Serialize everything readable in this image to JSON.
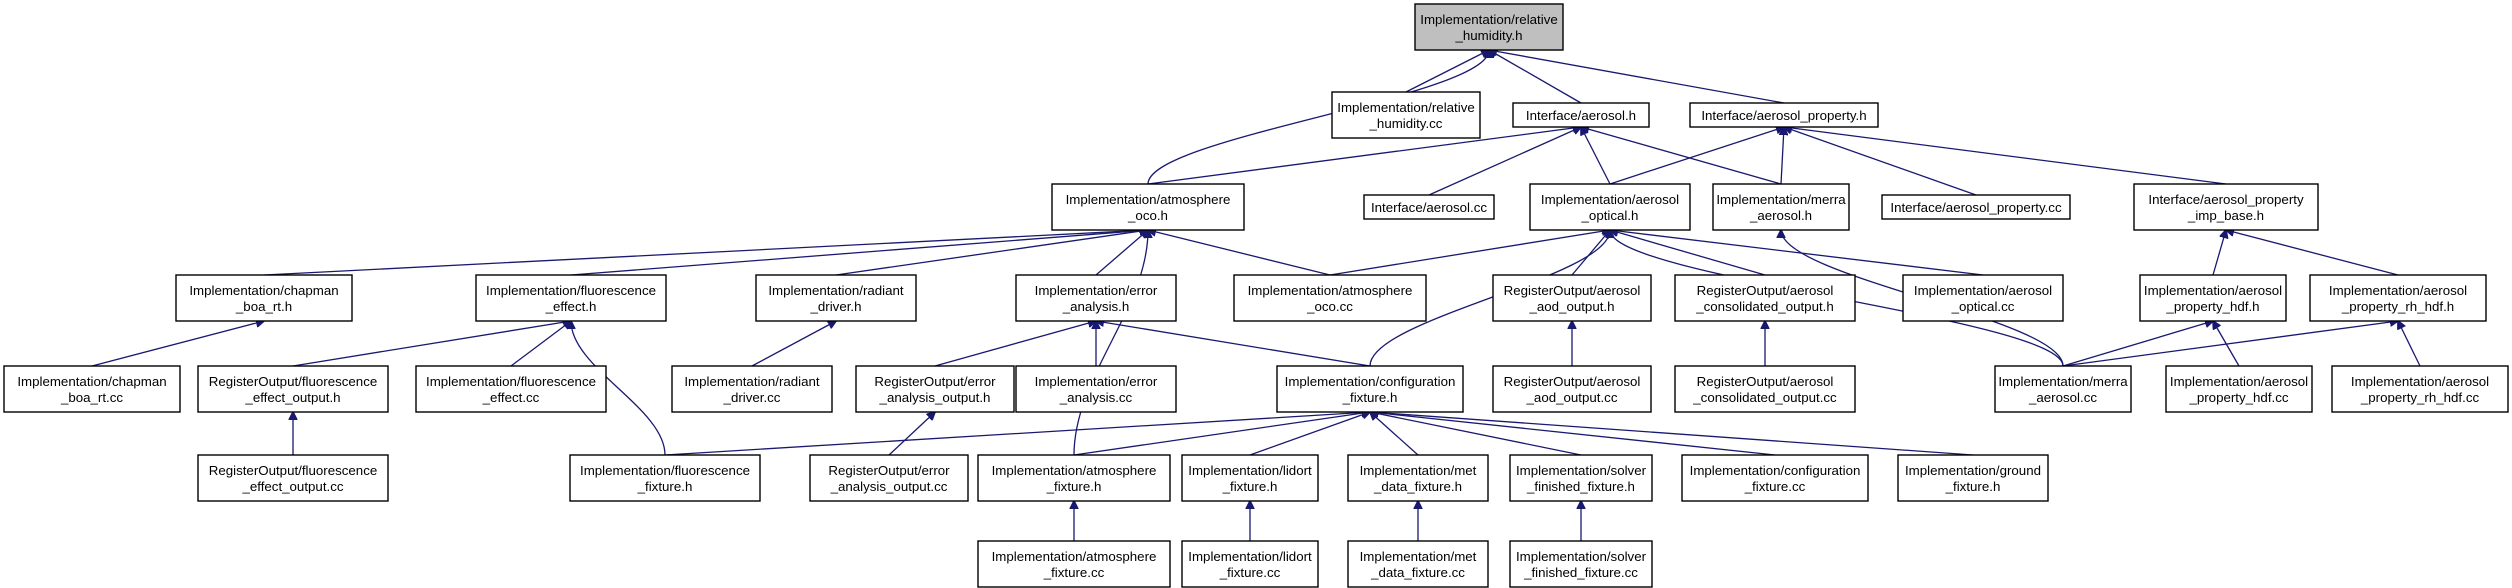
{
  "graph": {
    "root_color": "#bfbfbf",
    "edge_color": "#191970",
    "nodes": [
      {
        "id": "root",
        "lines": [
          "Implementation/relative",
          "_humidity.h"
        ],
        "root": true
      },
      {
        "id": "rel_cc",
        "lines": [
          "Implementation/relative",
          "_humidity.cc"
        ]
      },
      {
        "id": "aerosol_h",
        "lines": [
          "Interface/aerosol.h"
        ]
      },
      {
        "id": "aprop_h",
        "lines": [
          "Interface/aerosol_property.h"
        ]
      },
      {
        "id": "atm_oco_h",
        "lines": [
          "Implementation/atmosphere",
          "_oco.h"
        ]
      },
      {
        "id": "aerosol_cc",
        "lines": [
          "Interface/aerosol.cc"
        ]
      },
      {
        "id": "aopt_h",
        "lines": [
          "Implementation/aerosol",
          "_optical.h"
        ]
      },
      {
        "id": "merra_h",
        "lines": [
          "Implementation/merra",
          "_aerosol.h"
        ]
      },
      {
        "id": "aprop_cc",
        "lines": [
          "Interface/aerosol_property.cc"
        ]
      },
      {
        "id": "imp_base_h",
        "lines": [
          "Interface/aerosol_property",
          "_imp_base.h"
        ]
      },
      {
        "id": "chap_h",
        "lines": [
          "Implementation/chapman",
          "_boa_rt.h"
        ]
      },
      {
        "id": "fluo_h",
        "lines": [
          "Implementation/fluorescence",
          "_effect.h"
        ]
      },
      {
        "id": "radiant_h",
        "lines": [
          "Implementation/radiant",
          "_driver.h"
        ]
      },
      {
        "id": "err_h",
        "lines": [
          "Implementation/error",
          "_analysis.h"
        ]
      },
      {
        "id": "atm_oco_cc",
        "lines": [
          "Implementation/atmosphere",
          "_oco.cc"
        ]
      },
      {
        "id": "ro_aod_h",
        "lines": [
          "RegisterOutput/aerosol",
          "_aod_output.h"
        ]
      },
      {
        "id": "ro_cons_h",
        "lines": [
          "RegisterOutput/aerosol",
          "_consolidated_output.h"
        ]
      },
      {
        "id": "aopt_cc",
        "lines": [
          "Implementation/aerosol",
          "_optical.cc"
        ]
      },
      {
        "id": "hdf_h",
        "lines": [
          "Implementation/aerosol",
          "_property_hdf.h"
        ]
      },
      {
        "id": "rh_hdf_h",
        "lines": [
          "Implementation/aerosol",
          "_property_rh_hdf.h"
        ]
      },
      {
        "id": "chap_cc",
        "lines": [
          "Implementation/chapman",
          "_boa_rt.cc"
        ]
      },
      {
        "id": "ro_fluo_h",
        "lines": [
          "RegisterOutput/fluorescence",
          "_effect_output.h"
        ]
      },
      {
        "id": "fluo_cc",
        "lines": [
          "Implementation/fluorescence",
          "_effect.cc"
        ]
      },
      {
        "id": "radiant_cc",
        "lines": [
          "Implementation/radiant",
          "_driver.cc"
        ]
      },
      {
        "id": "ro_err_h",
        "lines": [
          "RegisterOutput/error",
          "_analysis_output.h"
        ]
      },
      {
        "id": "err_cc",
        "lines": [
          "Implementation/error",
          "_analysis.cc"
        ]
      },
      {
        "id": "conf_h",
        "lines": [
          "Implementation/configuration",
          "_fixture.h"
        ]
      },
      {
        "id": "ro_aod_cc",
        "lines": [
          "RegisterOutput/aerosol",
          "_aod_output.cc"
        ]
      },
      {
        "id": "ro_cons_cc",
        "lines": [
          "RegisterOutput/aerosol",
          "_consolidated_output.cc"
        ]
      },
      {
        "id": "merra_cc",
        "lines": [
          "Implementation/merra",
          "_aerosol.cc"
        ]
      },
      {
        "id": "hdf_cc",
        "lines": [
          "Implementation/aerosol",
          "_property_hdf.cc"
        ]
      },
      {
        "id": "rh_hdf_cc",
        "lines": [
          "Implementation/aerosol",
          "_property_rh_hdf.cc"
        ]
      },
      {
        "id": "ro_fluo_cc",
        "lines": [
          "RegisterOutput/fluorescence",
          "_effect_output.cc"
        ]
      },
      {
        "id": "fluo_fix_h",
        "lines": [
          "Implementation/fluorescence",
          "_fixture.h"
        ]
      },
      {
        "id": "ro_err_cc",
        "lines": [
          "RegisterOutput/error",
          "_analysis_output.cc"
        ]
      },
      {
        "id": "atm_fix_h",
        "lines": [
          "Implementation/atmosphere",
          "_fixture.h"
        ]
      },
      {
        "id": "lidort_h",
        "lines": [
          "Implementation/lidort",
          "_fixture.h"
        ]
      },
      {
        "id": "met_h",
        "lines": [
          "Implementation/met",
          "_data_fixture.h"
        ]
      },
      {
        "id": "solver_h",
        "lines": [
          "Implementation/solver",
          "_finished_fixture.h"
        ]
      },
      {
        "id": "conf_cc",
        "lines": [
          "Implementation/configuration",
          "_fixture.cc"
        ]
      },
      {
        "id": "ground_h",
        "lines": [
          "Implementation/ground",
          "_fixture.h"
        ]
      },
      {
        "id": "atm_fix_cc",
        "lines": [
          "Implementation/atmosphere",
          "_fixture.cc"
        ]
      },
      {
        "id": "lidort_cc",
        "lines": [
          "Implementation/lidort",
          "_fixture.cc"
        ]
      },
      {
        "id": "met_cc",
        "lines": [
          "Implementation/met",
          "_data_fixture.cc"
        ]
      },
      {
        "id": "solver_cc",
        "lines": [
          "Implementation/solver",
          "_finished_fixture.cc"
        ]
      }
    ],
    "edges": [
      [
        "rel_cc",
        "root"
      ],
      [
        "aerosol_h",
        "root"
      ],
      [
        "aprop_h",
        "root"
      ],
      [
        "atm_oco_h",
        "root"
      ],
      [
        "atm_oco_h",
        "aerosol_h"
      ],
      [
        "aerosol_cc",
        "aerosol_h"
      ],
      [
        "aopt_h",
        "aerosol_h"
      ],
      [
        "merra_h",
        "aerosol_h"
      ],
      [
        "aopt_h",
        "aprop_h"
      ],
      [
        "merra_h",
        "aprop_h"
      ],
      [
        "aprop_cc",
        "aprop_h"
      ],
      [
        "imp_base_h",
        "aprop_h"
      ],
      [
        "chap_h",
        "atm_oco_h"
      ],
      [
        "fluo_h",
        "atm_oco_h"
      ],
      [
        "radiant_h",
        "atm_oco_h"
      ],
      [
        "err_h",
        "atm_oco_h"
      ],
      [
        "atm_oco_cc",
        "atm_oco_h"
      ],
      [
        "atm_fix_h",
        "atm_oco_h"
      ],
      [
        "atm_oco_cc",
        "aopt_h"
      ],
      [
        "conf_h",
        "aopt_h"
      ],
      [
        "ro_aod_h",
        "aopt_h"
      ],
      [
        "ro_cons_h",
        "aopt_h"
      ],
      [
        "aopt_cc",
        "aopt_h"
      ],
      [
        "merra_cc",
        "aopt_h"
      ],
      [
        "merra_cc",
        "merra_h"
      ],
      [
        "hdf_h",
        "imp_base_h"
      ],
      [
        "rh_hdf_h",
        "imp_base_h"
      ],
      [
        "chap_cc",
        "chap_h"
      ],
      [
        "ro_fluo_h",
        "fluo_h"
      ],
      [
        "fluo_cc",
        "fluo_h"
      ],
      [
        "fluo_fix_h",
        "fluo_h"
      ],
      [
        "radiant_cc",
        "radiant_h"
      ],
      [
        "ro_err_h",
        "err_h"
      ],
      [
        "err_cc",
        "err_h"
      ],
      [
        "conf_h",
        "err_h"
      ],
      [
        "ro_aod_cc",
        "ro_aod_h"
      ],
      [
        "ro_cons_cc",
        "ro_cons_h"
      ],
      [
        "merra_cc",
        "hdf_h"
      ],
      [
        "hdf_cc",
        "hdf_h"
      ],
      [
        "merra_cc",
        "rh_hdf_h"
      ],
      [
        "rh_hdf_cc",
        "rh_hdf_h"
      ],
      [
        "ro_fluo_cc",
        "ro_fluo_h"
      ],
      [
        "ro_err_cc",
        "ro_err_h"
      ],
      [
        "fluo_fix_h",
        "conf_h"
      ],
      [
        "atm_fix_h",
        "conf_h"
      ],
      [
        "lidort_h",
        "conf_h"
      ],
      [
        "met_h",
        "conf_h"
      ],
      [
        "solver_h",
        "conf_h"
      ],
      [
        "conf_cc",
        "conf_h"
      ],
      [
        "ground_h",
        "conf_h"
      ],
      [
        "atm_fix_cc",
        "atm_fix_h"
      ],
      [
        "lidort_cc",
        "lidort_h"
      ],
      [
        "met_cc",
        "met_h"
      ],
      [
        "solver_cc",
        "solver_h"
      ]
    ]
  }
}
